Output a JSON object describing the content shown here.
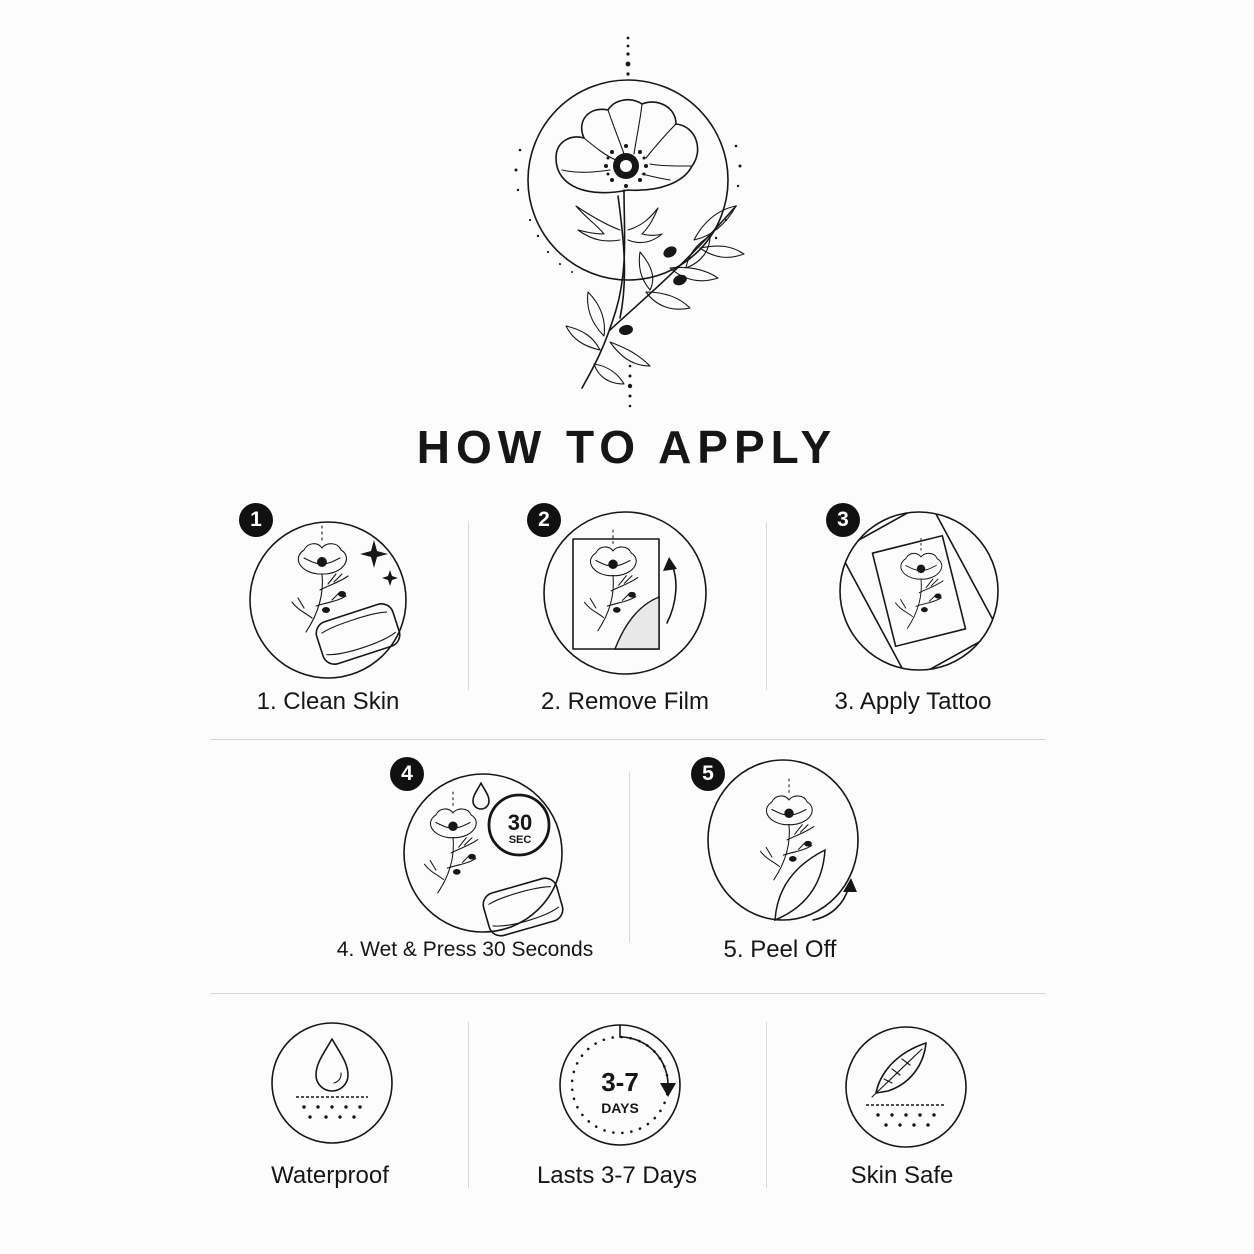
{
  "title": "HOW TO APPLY",
  "steps": [
    {
      "num": "1",
      "label": "1. Clean Skin"
    },
    {
      "num": "2",
      "label": "2. Remove Film"
    },
    {
      "num": "3",
      "label": "3. Apply Tattoo"
    },
    {
      "num": "4",
      "label": "4. Wet & Press 30 Seconds",
      "timer_value": "30",
      "timer_unit": "SEC"
    },
    {
      "num": "5",
      "label": "5. Peel Off"
    }
  ],
  "features": [
    {
      "label": "Waterproof",
      "icon": "water-drop-icon"
    },
    {
      "label": "Lasts 3-7 Days",
      "icon": "timer-icon",
      "value": "3-7",
      "unit": "DAYS"
    },
    {
      "label": "Skin Safe",
      "icon": "feather-icon"
    }
  ],
  "colors": {
    "ink": "#161616",
    "background": "#fcfcfc",
    "divider": "#d8d8d8"
  }
}
